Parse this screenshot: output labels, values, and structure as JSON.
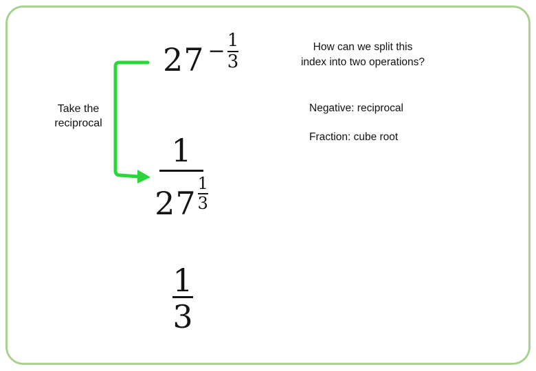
{
  "slide": {
    "background_color": "#ffffff",
    "border_color": "#a9d18e",
    "text_color": "#141414"
  },
  "question": {
    "lines": [
      "How can we split this",
      "index into two operations?"
    ]
  },
  "left_label": {
    "lines": [
      "Take the",
      "reciprocal"
    ]
  },
  "notes": [
    "Negative: reciprocal",
    "Fraction: cube root"
  ],
  "arrow": {
    "color": "#2bd63c"
  },
  "math": {
    "expr_top": {
      "base": "27",
      "exponent_sign": "−",
      "exponent_numerator": "1",
      "exponent_denominator": "3"
    },
    "expr_reciprocal": {
      "numerator": "1",
      "denominator_base": "27",
      "denominator_exponent_numerator": "1",
      "denominator_exponent_denominator": "3"
    },
    "expr_third": {
      "numerator": "1",
      "denominator": "3"
    }
  }
}
